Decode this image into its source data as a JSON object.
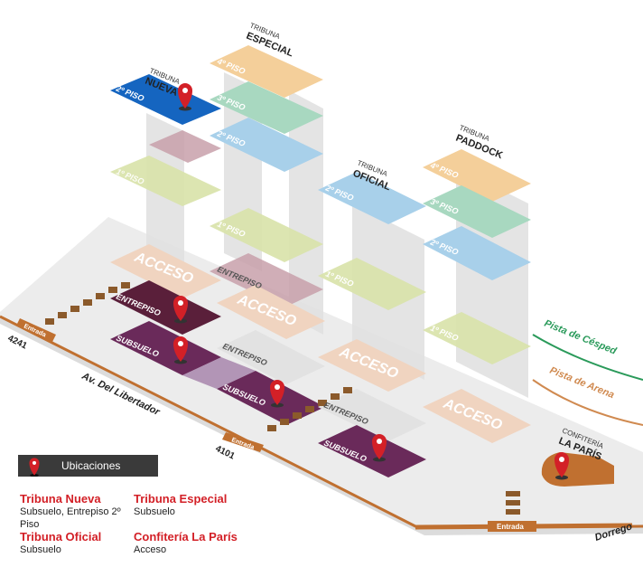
{
  "colors": {
    "nueva": "#1565c0",
    "especial": "#f4cf9a",
    "green": "#a8d8c0",
    "blue": "#a8d0ea",
    "mauve": "#c8a0aa",
    "olive": "#d8e2a8",
    "acceso": "#f0d4c0",
    "entrepiso_dark": "#5a1f3a",
    "subsuelo_dark": "#6a2a5a",
    "ground": "#eeeeee",
    "street": "#c07030",
    "red": "#d32027",
    "cesped": "#2a9a5a",
    "arena": "#d08a50"
  },
  "labels": {
    "tribuna_small": "TRIBUNA",
    "nueva": "NUEVA",
    "especial": "ESPECIAL",
    "oficial": "OFICIAL",
    "paddock": "PADDOCK",
    "confiteria_small": "CONFITERÍA",
    "la_paris": "LA PARÍS",
    "piso4": "4º PISO",
    "piso3": "3º PISO",
    "piso2": "2º PISO",
    "piso1": "1º PISO",
    "acceso": "ACCESO",
    "entrepiso": "ENTREPISO",
    "subsuelo": "SUBSUELO",
    "pista_cesped": "Pista de Césped",
    "pista_arena": "Pista de Arena",
    "av_libertador": "Av. Del Libertador",
    "dorrego": "Dorrego",
    "entrada": "Entrada",
    "num_4241": "4241",
    "num_4101": "4101"
  },
  "legend": {
    "title": "Ubicaciones",
    "items": [
      {
        "title": "Tribuna Nueva",
        "desc": "Subsuelo, Entrepiso 2º Piso"
      },
      {
        "title": "Tribuna Especial",
        "desc": "Subsuelo"
      },
      {
        "title": "Tribuna Oficial",
        "desc": "Subsuelo"
      },
      {
        "title": "Confitería La París",
        "desc": "Acceso"
      }
    ]
  }
}
